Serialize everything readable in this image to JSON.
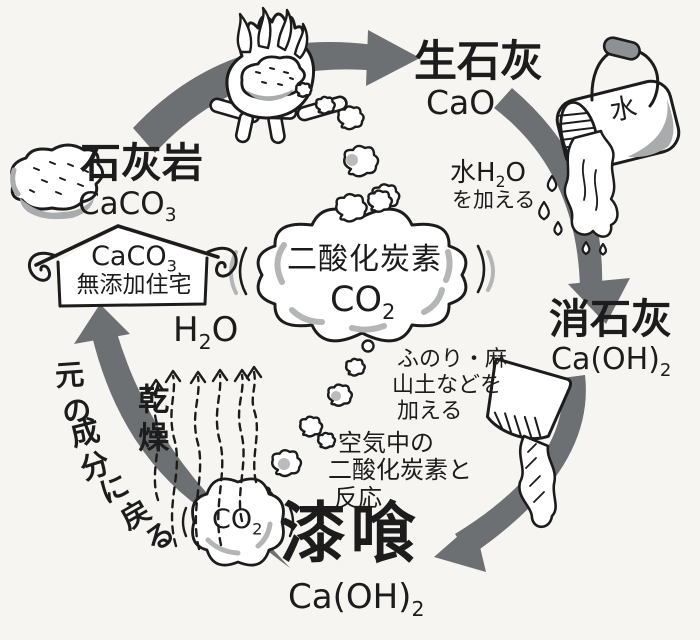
{
  "palette": {
    "background": "#f6f5f2",
    "ink": "#1c1c1c",
    "arrow": "#6d7072",
    "shade": "#a9abad"
  },
  "nodes": {
    "limestone": {
      "name": "石灰岩",
      "formula": {
        "pre": "CaCO",
        "sub": "3",
        "post": ""
      }
    },
    "quicklime": {
      "name": "生石灰",
      "formula": {
        "pre": "CaO",
        "sub": "",
        "post": ""
      }
    },
    "slaked_lime": {
      "name": "消石灰",
      "formula": {
        "pre": "Ca(OH)",
        "sub": "2",
        "post": ""
      }
    },
    "plaster": {
      "name": "漆喰",
      "formula": {
        "pre": "Ca(OH)",
        "sub": "2",
        "post": ""
      }
    }
  },
  "house": {
    "formula": {
      "pre": "CaCO",
      "sub": "3",
      "post": ""
    },
    "label": "無添加住宅"
  },
  "center_cloud": {
    "name": "二酸化炭素",
    "formula": {
      "pre": "CO",
      "sub": "2",
      "post": ""
    }
  },
  "co2_puff": {
    "formula": {
      "pre": "CO",
      "sub": "2",
      "post": ""
    }
  },
  "labels": {
    "add_water": {
      "line1": {
        "pre": "水H",
        "sub": "2",
        "post": "O"
      },
      "line2": "を加える"
    },
    "add_binder": {
      "line1": "ふのり・麻",
      "line2": "山土などを",
      "line3": "加える"
    },
    "react_air": {
      "line1": "空気中の",
      "line2": "二酸化炭素と",
      "line3": "反応"
    },
    "drying": "乾燥",
    "evaporation": {
      "pre": "H",
      "sub": "2",
      "post": "O"
    },
    "bucket_water": "水",
    "return_to_origin": {
      "chars": [
        "元",
        "の",
        "成",
        "分",
        "に",
        "戻",
        "る"
      ]
    }
  }
}
